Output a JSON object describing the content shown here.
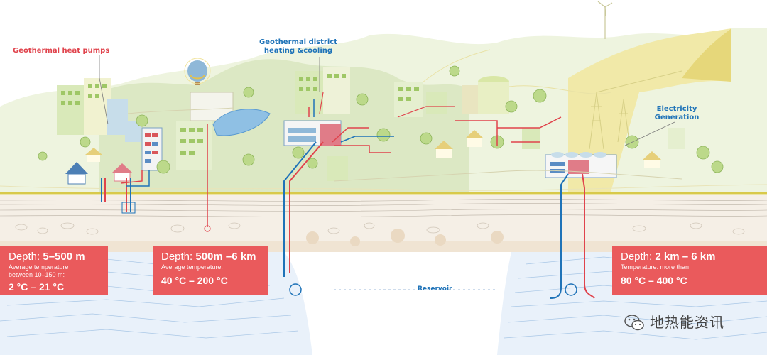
{
  "labels": {
    "heat_pumps": "Geothermal heat pumps",
    "district_heating_line1": "Geothermal district",
    "district_heating_line2": "heating &cooling",
    "electricity_line1": "Electricity",
    "electricity_line2": "Generation",
    "reservoir": "Reservoir"
  },
  "depth_boxes": [
    {
      "depth_label": "Depth:",
      "depth_value": "5–500 m",
      "sub_line1": "Average temperature",
      "sub_line2": "between 10–150 m:",
      "temperature": "2 °C – 21 °C"
    },
    {
      "depth_label": "Depth:",
      "depth_value": "500m –6 km",
      "sub_line1": "Average temperature:",
      "sub_line2": "",
      "temperature": "40 °C – 200 °C"
    },
    {
      "depth_label": "Depth:",
      "depth_value": "2 km – 6 km",
      "sub_line1": "Temperature: more than",
      "sub_line2": "",
      "temperature": "80 °C – 400 °C"
    }
  ],
  "watermark": {
    "text": "地热能资讯",
    "icon": "wechat-icon"
  },
  "colors": {
    "hot_pipe": "#e0434c",
    "cold_pipe": "#1f73b8",
    "depth_box": "#ea5a5c",
    "hill_green": "#c9dfa0",
    "ground_line": "#d8c94a"
  }
}
